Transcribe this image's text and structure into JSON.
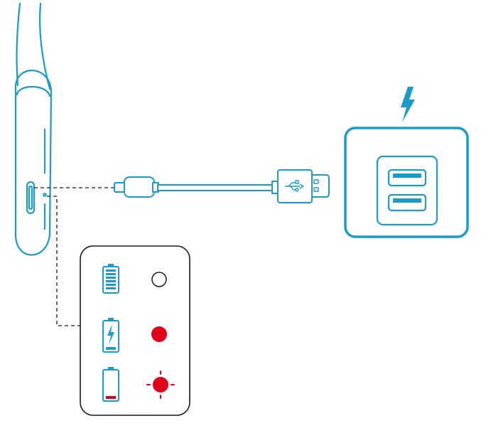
{
  "colors": {
    "accent": "#1b9bc9",
    "outline": "#1a1a1a",
    "indicator_red": "#e0001a",
    "background": "#ffffff"
  },
  "icons": {
    "headset": "neckband-headphone-icon",
    "cable": "usb-type-c-cable-icon",
    "charger": "usb-wall-charger-icon",
    "bolt": "lightning-bolt-icon"
  },
  "legend": {
    "rows": [
      {
        "battery": "full",
        "level": 1.0,
        "led": "off"
      },
      {
        "battery": "charging",
        "level": 0.3,
        "led": "solid-red"
      },
      {
        "battery": "low",
        "level": 0.1,
        "led": "blinking-red"
      }
    ]
  }
}
